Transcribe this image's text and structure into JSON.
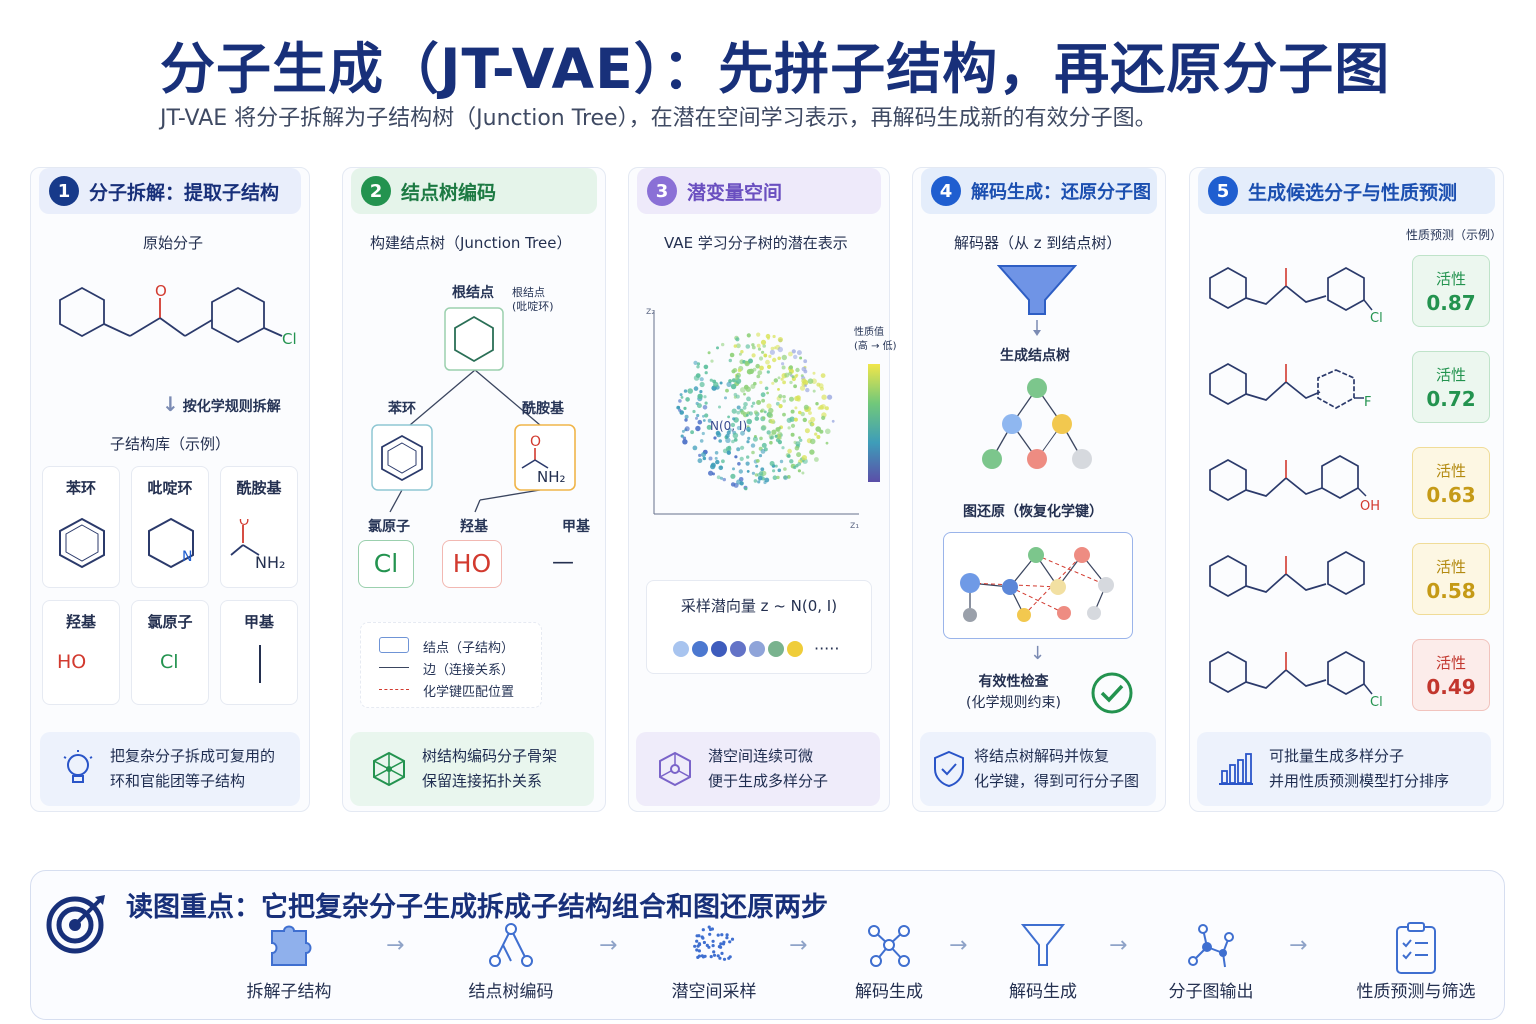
{
  "title": "分子生成（JT-VAE）：先拼子结构，再还原分子图",
  "subtitle": "JT-VAE 将分子拆解为子结构树（Junction Tree），在潜在空间学习表示，再解码生成新的有效分子图。",
  "columns": [
    {
      "number": "1",
      "header": "分子拆解：提取子结构",
      "original_label": "原始分子",
      "atom_labels": [
        "O",
        "Cl"
      ],
      "arrow_label": "按化学规则拆解",
      "library_label": "子结构库（示例）",
      "fragments": [
        {
          "name": "苯环",
          "content": ""
        },
        {
          "name": "吡啶环",
          "content": "N"
        },
        {
          "name": "酰胺基",
          "content": "NH₂"
        },
        {
          "name": "羟基",
          "content": "HO"
        },
        {
          "name": "氯原子",
          "content": "Cl"
        },
        {
          "name": "甲基",
          "content": ""
        }
      ],
      "footer": [
        "把复杂分子拆成可复用的",
        "环和官能团等子结构"
      ]
    },
    {
      "number": "2",
      "header": "结点树编码",
      "tree_label": "构建结点树（Junction Tree）",
      "root_label": "根结点",
      "root_note": [
        "根结点",
        "(吡啶环)"
      ],
      "node_labels": [
        "苯环",
        "酰胺基"
      ],
      "leaf_labels": [
        "氯原子",
        "羟基",
        "甲基"
      ],
      "leaf_values": [
        "Cl",
        "HO",
        "—"
      ],
      "amide_text": [
        "O",
        "NH₂"
      ],
      "legend": [
        "结点（子结构）",
        "边（连接关系）",
        "化学键匹配位置"
      ],
      "footer": [
        "树结构编码分子骨架",
        "保留连接拓扑关系"
      ]
    },
    {
      "number": "3",
      "header": "潜变量空间",
      "plot_label": "VAE 学习分子树的潜在表示",
      "axis_labels": [
        "z₂",
        "z₁"
      ],
      "colorbar_label": [
        "性质值",
        "(高 → 低)"
      ],
      "center_label": "N(0, I)",
      "sample_label": "采样潜向量 z ~ N(0, I)",
      "dots_suffix": "·····",
      "footer": [
        "潜空间连续可微",
        "便于生成多样分子"
      ]
    },
    {
      "number": "4",
      "header": "解码生成：还原分子图",
      "decoder_label": "解码器（从 z 到结点树）",
      "tree_label": "生成结点树",
      "graph_label": "图还原（恢复化学键）",
      "check_label": [
        "有效性检查",
        "(化学规则约束)"
      ],
      "footer": [
        "将结点树解码并恢复",
        "化学键，得到可行分子图"
      ]
    },
    {
      "number": "5",
      "header": "生成候选分子与性质预测",
      "prediction_header": "性质预测（示例）",
      "candidates": [
        {
          "label": "活性",
          "value": "0.87",
          "substituent": "Cl",
          "tone": "green"
        },
        {
          "label": "活性",
          "value": "0.72",
          "substituent": "F",
          "tone": "green"
        },
        {
          "label": "活性",
          "value": "0.63",
          "substituent": "OH",
          "tone": "yellow"
        },
        {
          "label": "活性",
          "value": "0.58",
          "substituent": "",
          "tone": "yellow"
        },
        {
          "label": "活性",
          "value": "0.49",
          "substituent": "Cl",
          "tone": "red"
        }
      ],
      "footer": [
        "可批量生成多样分子",
        "并用性质预测模型打分排序"
      ]
    }
  ],
  "bottom": {
    "title": "读图重点：它把复杂分子生成拆成子结构组合和图还原两步",
    "steps": [
      "拆解子结构",
      "结点树编码",
      "潜空间采样",
      "解码生成",
      "解码生成",
      "分子图输出",
      "性质预测与筛选"
    ],
    "arrow": "→"
  },
  "colors": {
    "title": "#18307a",
    "green": "#23934f",
    "purple": "#8a70d6",
    "blue": "#1f5ed0",
    "red": "#d23a2f",
    "yellow_value": "#c59a16",
    "red_value": "#c2362d"
  }
}
